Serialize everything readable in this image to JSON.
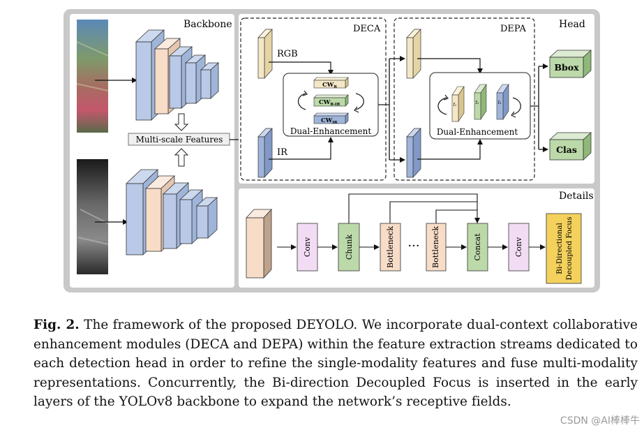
{
  "figure": {
    "panels": {
      "backbone": "Backbone",
      "deca": "DECA",
      "depa": "DEPA",
      "head": "Head",
      "details": "Details"
    },
    "backbone": {
      "multiscale": "Multi-scale Features"
    },
    "deca": {
      "rgb_label": "RGB",
      "ir_label": "IR",
      "cw_rgb": "CW",
      "cw_rgb_sub": "R",
      "cw_rgbir": "CW",
      "cw_rgbir_sub": "R-IR",
      "cw_ir": "CW",
      "cw_ir_sub": "IR",
      "enhance": "Dual-Enhancement"
    },
    "depa": {
      "enhance": "Dual-Enhancement",
      "f1": "f₁",
      "f2": "f₂",
      "f3": "f₃"
    },
    "head": {
      "bbox": "Bbox",
      "clas": "Clas"
    },
    "details": {
      "blocks": [
        "Conv",
        "Chunk",
        "Bottleneck",
        "Bottleneck",
        "Concat",
        "Conv"
      ],
      "dots": "···",
      "focus_line1": "Bi-Directional",
      "focus_line2": "Decoupled Focus"
    }
  },
  "caption": {
    "label": "Fig. 2.",
    "text": "The framework of the proposed DEYOLO. We incorporate dual-context collaborative enhancement modules (DECA and DEPA) within the feature extraction streams dedicated to each detection head in order to refine the single-modality features and fuse multi-modality representations. Concurrently, the Bi-direction Decoupled Focus is inserted in the early layers of the YOLOv8 backbone to expand the network’s receptive fields."
  },
  "watermark": "CSDN @AI棒棒牛",
  "colors": {
    "frame": "#c8c8c8",
    "cream": "#f4e7c6",
    "blue": "#9fb4d9",
    "green": "#bcd9a9",
    "purple": "#f2dcf4",
    "peach": "#f7dcc8",
    "gold": "#f3d15c"
  }
}
